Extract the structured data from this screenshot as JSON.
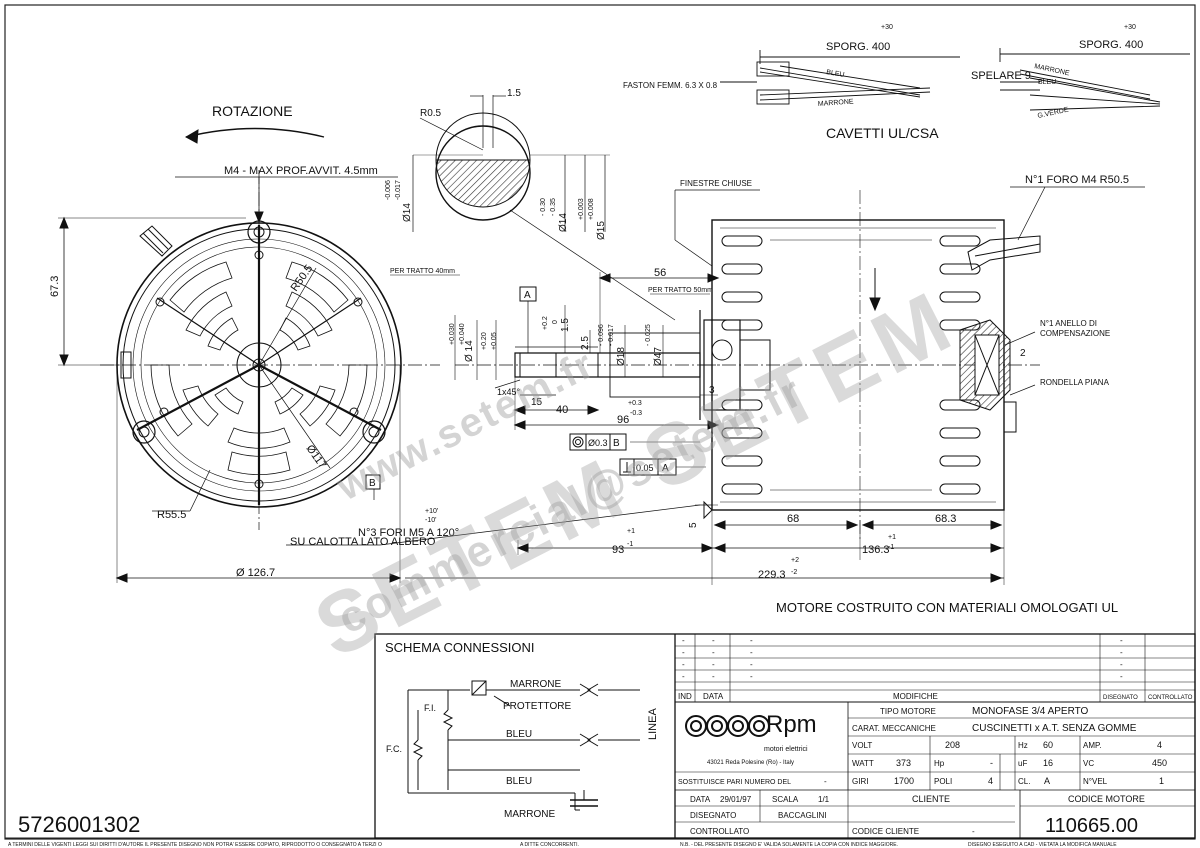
{
  "dimensions": {
    "rotation": "ROTAZIONE",
    "m4_depth": "M4 - MAX PROF.AVVIT. 4.5mm",
    "r05": "R0.5",
    "d15": "1.5",
    "d14_tol_a": "-0.006",
    "d14_tol_b": "-0.017",
    "d14": "Ø14",
    "tol_030": "- 0.30",
    "tol_035": "- 0.35",
    "d14b": "Ø14",
    "tol_0003": "+0.003",
    "tol_0008": "+0.008",
    "d15b": "Ø15",
    "h673": "67.3",
    "r505": "R50.5",
    "r555": "R55.5",
    "d117": "Ø117",
    "d1267": "Ø 126.7",
    "holes_line1": "N°3 FORI M5 A 120°",
    "holes_line2": "SU CALOTTA LATO ALBERO",
    "ang_plus": "+10'",
    "ang_minus": "-10'",
    "per_tratto_40": "PER TRATTO 40mm",
    "per_tratto_50": "PER TRATTO 50mm",
    "tol_0030": "+0.030",
    "tol_0040": "+0.040",
    "tol_020": "+0.20",
    "tol_005": "+0.05",
    "d14c": "Ø 14",
    "tol_02": "+0.2",
    "tol_0": "0",
    "v15": "1.5",
    "v25": "2.5",
    "tol_0096": "- 0.096",
    "tol_0017": "- 0.017",
    "d18": "Ø18",
    "tol_0025": "- 0.025",
    "d47": "Ø47",
    "chamfer": "1x45°",
    "d15c": "15",
    "d40": "40",
    "d56": "56",
    "d96": "96",
    "tol_03p": "+0.3",
    "tol_03m": "-0.3",
    "d3": "3",
    "d5": "5",
    "datum_a": "A",
    "datum_b": "B",
    "conc_val": "Ø0.3",
    "perp_val": "0.05",
    "finestre": "FINESTRE CHIUSE",
    "foro_m4": "N°1 FORO M4 R50.5",
    "anello_1": "N°1 ANELLO DI",
    "anello_2": "COMPENSAZIONE",
    "rondella": "RONDELLA PIANA",
    "d2": "2",
    "d68": "68",
    "d683": "68.3",
    "d93": "93",
    "d93_tol_p": "+1",
    "d93_tol_m": "-1",
    "d1363": "136.3",
    "d1363_tol_p": "+1",
    "d1363_tol_m": "-1",
    "d2293": "229.3",
    "d2293_tol_p": "+2",
    "d2293_tol_m": "-2"
  },
  "cables": {
    "title": "CAVETTI UL/CSA",
    "sporg": "SPORG. 400",
    "sporg_tol": "+30",
    "faston": "FASTON FEMM. 6.3 X 0.8",
    "bleu": "BLEU",
    "marrone": "MARRONE",
    "spelare": "SPELARE 9",
    "gverde": "G.VERDE"
  },
  "note_ul": "MOTORE COSTRUITO CON MATERIALI OMOLOGATI UL",
  "schema": {
    "title": "SCHEMA CONNESSIONI",
    "marrone1": "MARRONE",
    "protettore": "PROTETTORE",
    "bleu1": "BLEU",
    "bleu2": "BLEU",
    "marrone2": "MARRONE",
    "fi": "F.I.",
    "fc": "F.C.",
    "linea": "LINEA"
  },
  "modifiche": {
    "dash": "-",
    "ind": "IND",
    "data": "DATA",
    "modifiche": "MODIFICHE",
    "disegnato": "DISEGNATO",
    "controllato": "CONTROLLATO"
  },
  "title_block": {
    "brand": "Rpm",
    "brand_sub": "motori elettrici",
    "address": "43021 Reda Polesine (Ro) - Italy",
    "tipo_label": "TIPO MOTORE",
    "tipo_value": "MONOFASE 3/4 APERTO",
    "carat_label": "CARAT. MECCANICHE",
    "carat_value": "CUSCINETTI x A.T. SENZA GOMME",
    "volt_label": "VOLT",
    "volt_value": "208",
    "hz_label": "Hz",
    "hz_value": "60",
    "amp_label": "AMP.",
    "amp_value": "4",
    "watt_label": "WATT",
    "watt_value": "373",
    "hp_label": "Hp",
    "hp_value": "-",
    "uf_label": "uF",
    "uf_value": "16",
    "vc_label": "VC",
    "vc_value": "450",
    "giri_label": "GIRI",
    "giri_value": "1700",
    "poli_label": "POLI",
    "poli_value": "4",
    "cl_label": "CL.",
    "cl_value": "A",
    "vel_label": "N°VEL",
    "vel_value": "1",
    "sost_label": "SOSTITUISCE PARI NUMERO DEL",
    "sost_value": "-",
    "data_label": "DATA",
    "data_value": "29/01/97",
    "scala_label": "SCALA",
    "scala_value": "1/1",
    "cliente_label": "CLIENTE",
    "codice_label": "CODICE MOTORE",
    "disegnato_label": "DISEGNATO",
    "disegnato_value": "BACCAGLINI",
    "controllato_label": "CONTROLLATO",
    "codcliente_label": "CODICE CLIENTE",
    "codcliente_value": "-",
    "codice_value": "110665.00"
  },
  "footer": {
    "left": "A TERMINI DELLE VIGENTI LEGGI SUI DIRITTI D'AUTORE IL PRESENTE DISEGNO NON POTRA' ESSERE COPIATO, RIPRODOTTO O CONSEGNATO A TERZI O",
    "mid": "A DITTE CONCORRENTI.",
    "right1": "N.B. - DEL PRESENTE DISEGNO E' VALIDA SOLAMENTE LA COPIA CON INDICE MAGGIORE.",
    "right2": "DISEGNO ESEGUITO A CAD - VIETATA LA MODIFICA MANUALE"
  },
  "part_code": "5726001302",
  "watermark": {
    "big": "SETEM SETEM",
    "url": "www.setem.fr",
    "mail": "commercial@setem.fr"
  }
}
